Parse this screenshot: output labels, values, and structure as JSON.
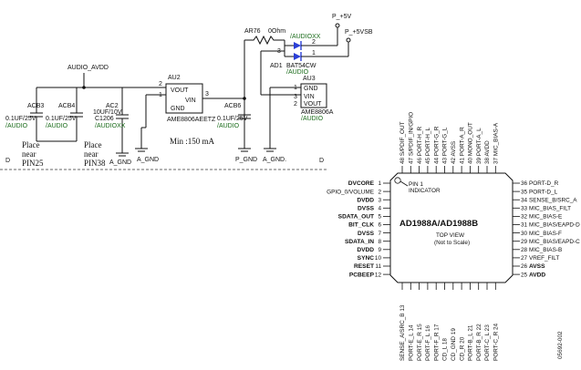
{
  "schematic": {
    "rails": {
      "audio_avdd": "AUDIO_AVDD",
      "p5v": "P_+5V",
      "p5vsb": "P_+5VSB"
    },
    "resistor": {
      "ref": "AR76",
      "value": "0Ohm",
      "net": "/AUDIOXX"
    },
    "diode": {
      "ref": "AD1",
      "part": "BAT54CW",
      "net": "/AUDIO",
      "pins": [
        "1",
        "2",
        "3"
      ]
    },
    "regulator_au2": {
      "ref": "AU2",
      "part": "AME8806AEETZ",
      "pins": {
        "vout": "VOUT",
        "vin": "VIN",
        "gnd": "GND"
      },
      "pin_nums": [
        "2",
        "1",
        "3"
      ]
    },
    "regulator_au3": {
      "ref": "AU3",
      "part": "AME8806A",
      "net": "/AUDIO",
      "pins": {
        "gnd": "GND",
        "vin": "VIN",
        "vout": "VOUT"
      },
      "pin_nums": [
        "1",
        "3",
        "2"
      ]
    },
    "caps": [
      {
        "ref": "ACB3",
        "value": "0.1UF/25V",
        "net": "/AUDIO"
      },
      {
        "ref": "ACB4",
        "value": "0.1UF/25V",
        "net": "/AUDIO"
      },
      {
        "ref": "AC2",
        "value": "10UF/10V",
        "pkg": "C1206",
        "net": "/AUDIOXX"
      },
      {
        "ref": "ACB6",
        "value": "0.1UF/25V",
        "net": "/AUDIO"
      }
    ],
    "grounds": [
      "A_GND",
      "A_GND",
      "P_GND",
      "A_GND."
    ],
    "notes": {
      "place1": "Place",
      "near1": "near",
      "pin1": "PIN25",
      "place2": "Place",
      "near2": "near",
      "pin2": "PIN38",
      "min": "Min :150 mA",
      "d_left": "D",
      "d_right": "D"
    }
  },
  "ic": {
    "name": "AD1988A/AD1988B",
    "top_view": "TOP VIEW",
    "scale": "(Not to Scale)",
    "pin1_indicator": [
      "PIN 1",
      "INDICATOR"
    ],
    "left_pins": [
      {
        "label": "DVCORE",
        "num": "1"
      },
      {
        "label": "GPIO_0/VOLUME",
        "num": "2"
      },
      {
        "label": "DVDD",
        "num": "3"
      },
      {
        "label": "DVSS",
        "num": "4"
      },
      {
        "label": "SDATA_OUT",
        "num": "5"
      },
      {
        "label": "BIT_CLK",
        "num": "6"
      },
      {
        "label": "DVSS",
        "num": "7"
      },
      {
        "label": "SDATA_IN",
        "num": "8"
      },
      {
        "label": "DVDD",
        "num": "9"
      },
      {
        "label": "SYNC",
        "num": "10"
      },
      {
        "label": "RESET",
        "num": "11"
      },
      {
        "label": "PCBEEP",
        "num": "12"
      }
    ],
    "right_pins": [
      {
        "label": "PORT-D_R",
        "num": "36"
      },
      {
        "label": "PORT-D_L",
        "num": "35"
      },
      {
        "label": "SENSE_B/SRC_A",
        "num": "34"
      },
      {
        "label": "MIC_BIAS_FILT",
        "num": "33"
      },
      {
        "label": "MIC_BIAS-E",
        "num": "32"
      },
      {
        "label": "MIC_BIAS/EAPD-D",
        "num": "31"
      },
      {
        "label": "MIC_BIAS-F",
        "num": "30"
      },
      {
        "label": "MIC_BIAS/EAPD-C",
        "num": "29"
      },
      {
        "label": "MIC_BIAS-B",
        "num": "28"
      },
      {
        "label": "VREF_FILT",
        "num": "27"
      },
      {
        "label": "AVSS",
        "num": "26"
      },
      {
        "label": "AVDD",
        "num": "25"
      }
    ],
    "top_pins": [
      {
        "num": "48",
        "label": "S/PDIF_OUT"
      },
      {
        "num": "47",
        "label": "S/PDIF_IN/GPIO"
      },
      {
        "num": "46",
        "label": "PORT-H_R"
      },
      {
        "num": "45",
        "label": "PORT-H_L"
      },
      {
        "num": "44",
        "label": "PORT-G_R"
      },
      {
        "num": "43",
        "label": "PORT-G_L"
      },
      {
        "num": "42",
        "label": "AVSS"
      },
      {
        "num": "41",
        "label": "PORT-A_R"
      },
      {
        "num": "40",
        "label": "MONO_OUT"
      },
      {
        "num": "39",
        "label": "PORT-A_L"
      },
      {
        "num": "38",
        "label": "AVDD"
      },
      {
        "num": "37",
        "label": "MIC_BIAS-A"
      }
    ],
    "bottom_pins": [
      {
        "num": "13",
        "label": "SENSE_A/SRC_B"
      },
      {
        "num": "14",
        "label": "PORT-E_L"
      },
      {
        "num": "15",
        "label": "PORT-E_R"
      },
      {
        "num": "16",
        "label": "PORT-F_L"
      },
      {
        "num": "17",
        "label": "PORT-F_R"
      },
      {
        "num": "18",
        "label": "CD_L"
      },
      {
        "num": "19",
        "label": "CD_GND"
      },
      {
        "num": "20",
        "label": "CD_R"
      },
      {
        "num": "21",
        "label": "PORT-B_L"
      },
      {
        "num": "22",
        "label": "PORT-B_R"
      },
      {
        "num": "23",
        "label": "PORT-C_L"
      },
      {
        "num": "24",
        "label": "PORT-C_R"
      }
    ],
    "footnote": "05692-002"
  }
}
